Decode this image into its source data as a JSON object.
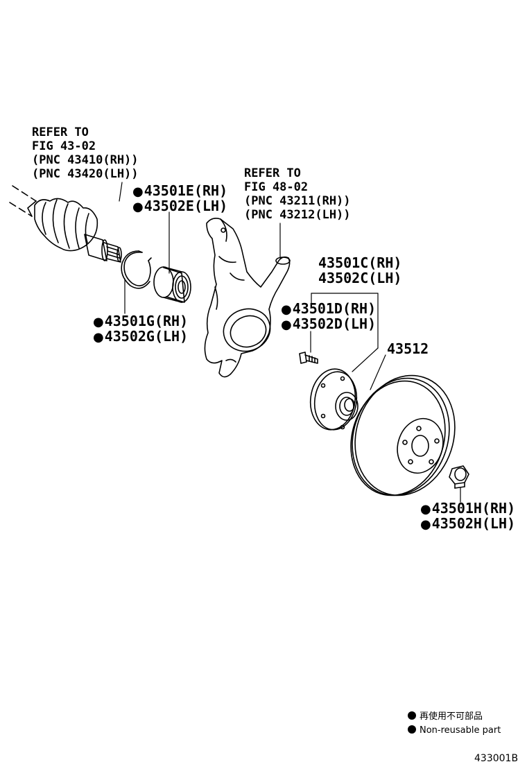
{
  "refer_driveshaft": {
    "line1": "REFER TO",
    "line2": "FIG 43-02",
    "line3": "(PNC 43410(RH))",
    "line4": "(PNC 43420(LH))"
  },
  "refer_knuckle": {
    "line1": "REFER TO",
    "line2": "FIG 48-02",
    "line3": "(PNC 43211(RH))",
    "line4": "(PNC 43212(LH))"
  },
  "parts": {
    "bearing_rh": "43501E(RH)",
    "bearing_lh": "43502E(LH)",
    "snapring_rh": "43501G(RH)",
    "snapring_lh": "43502G(LH)",
    "hub_rh": "43501C(RH)",
    "hub_lh": "43502C(LH)",
    "bolt_rh": "43501D(RH)",
    "bolt_lh": "43502D(LH)",
    "disc": "43512",
    "nut_rh": "43501H(RH)",
    "nut_lh": "43502H(LH)"
  },
  "legend": {
    "jp": "再使用不可部品",
    "en": "Non-reusable part"
  },
  "figure_number": "433001B"
}
